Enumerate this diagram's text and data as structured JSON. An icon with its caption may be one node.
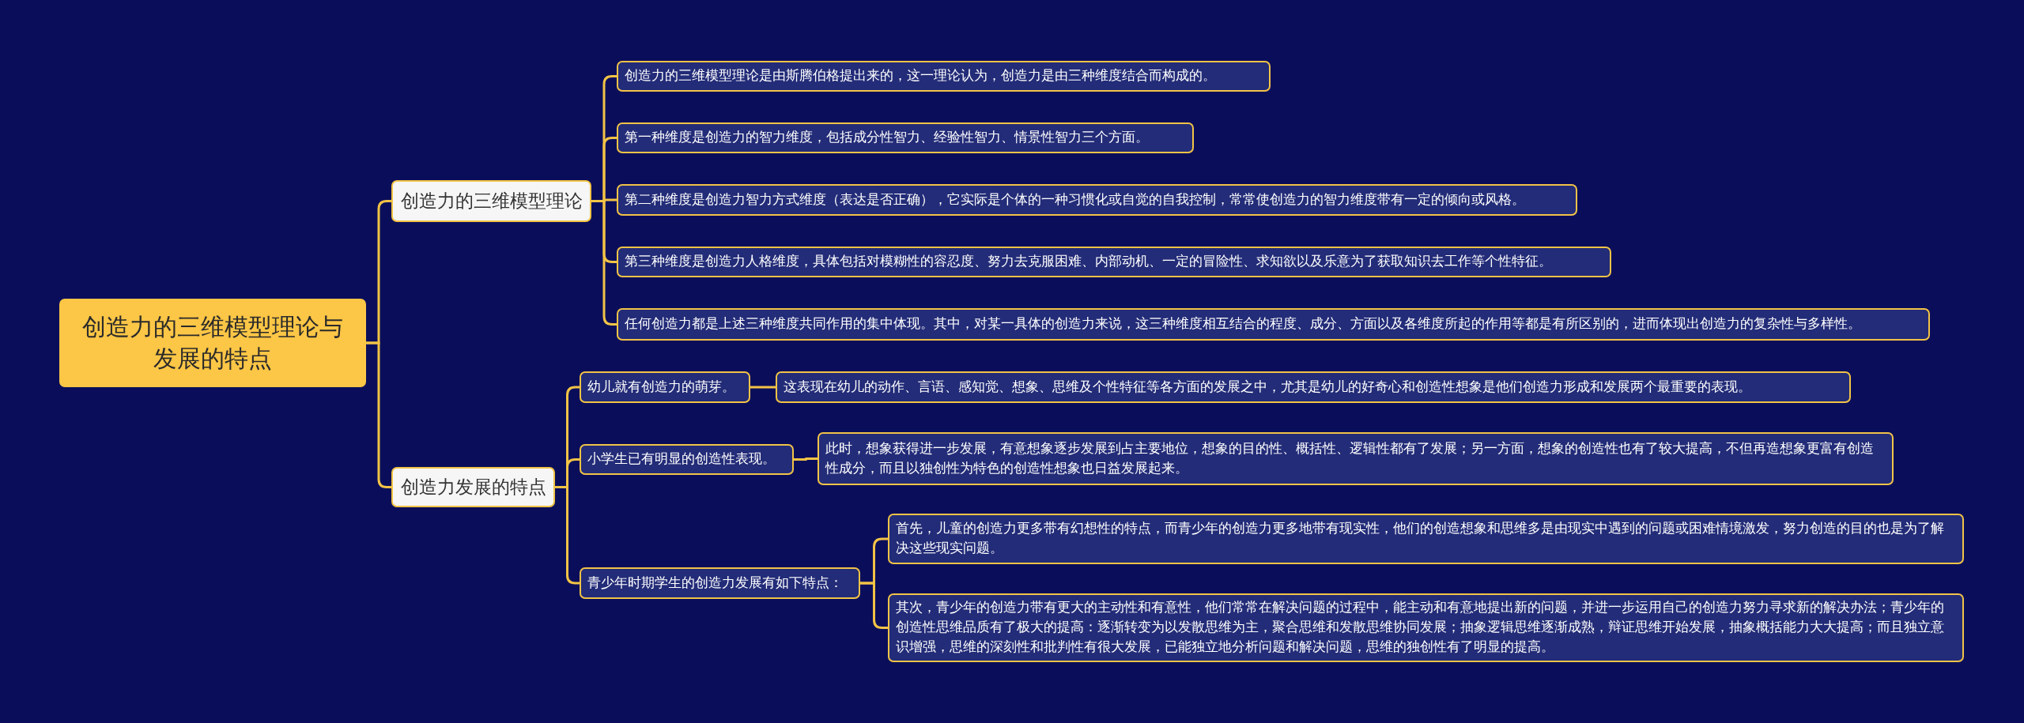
{
  "diagram": {
    "nodes": [
      {
        "text": [
          "创造力的三维模型理论与发展的特点"
        ]
      },
      {
        "text": [
          "创造力的三维模型理论"
        ]
      },
      {
        "text": [
          "创造力的三维模型理论是由斯腾伯格提出来的，这一理论认为，创造力是由三种维度结合而构成的。"
        ]
      },
      {
        "text": [
          "第一种维度是创造力的智力维度，包括成分性智力、经验性智力、情景性智力三个方面。"
        ]
      },
      {
        "text": [
          "第二种维度是创造力智力方式维度（表达是否正确），它实际是个体的一种习惯化或自觉的自我控制，常常使创造力的智力维度带有一定的倾向或风格。"
        ]
      },
      {
        "text": [
          "第三种维度是创造力人格维度，具体包括对模糊性的容忍度、努力去克服困难、内部动机、一定的冒险性、求知欲以及乐意为了获取知识去工作等个性特征。"
        ]
      },
      {
        "text": [
          "任何创造力都是上述三种维度共同作用的集中体现。其中，对某一具体的创造力来说，这三种维度相互结合的程度、成分、方面以及各维度所起的作用等都是有所区别的，进而体现出创造力的复杂性与多样性。"
        ]
      },
      {
        "text": [
          "创造力发展的特点"
        ]
      },
      {
        "text": [
          "幼儿就有创造力的萌芽。"
        ]
      },
      {
        "text": [
          "这表现在幼儿的动作、言语、感知觉、想象、思维及个性特征等各方面的发展之中，尤其是幼儿的好奇心和创造性想象是他们创造力形成和发展两个最重要的表现。"
        ]
      },
      {
        "text": [
          "小学生已有明显的创造性表现。"
        ]
      },
      {
        "text": [
          "此时，想象获得进一步发展，有意想象逐步发展到占主要地位，想象的目的性、概括性、逻辑性都有了发展；另一方面，想象的创造性也有了较大提高，不但再造想象更富有创造性成分，而且以独创性为特色的创造性想象也日益发展起来。"
        ]
      },
      {
        "text": [
          "青少年时期学生的创造力发展有如下特点："
        ]
      },
      {
        "text": [
          "首先，儿童的创造力更多带有幻想性的特点，而青少年的创造力更多地带有现实性，他们的创造想象和思维多是由现实中遇到的问题或困难情境激发，努力创造的目的也是为了解决这些现实问题。"
        ]
      },
      {
        "text": [
          "其次，青少年的创造力带有更大的主动性和有意性，他们常常在解决问题的过程中，能主动和有意地提出新的问题，并进一步运用自己的创造力努力寻求新的解决办法；青少年的创造性思维品质有了极大的提高：逐渐转变为以发散思维为主，聚合思维和发散思维协同发展；抽象逻辑思维逐渐成熟，辩证思维开始发展，抽象概括能力大大提高；而且独立意识增强，思维的深刻性和批判性有很大发展，已能独立地分析问题和解决问题，思维的独创性有了明显的提高。"
        ]
      }
    ],
    "edges": [
      {
        "from": 0,
        "to": 1,
        "arrow": "none"
      },
      {
        "from": 0,
        "to": 7,
        "arrow": "none"
      },
      {
        "from": 1,
        "to": 2,
        "arrow": "none"
      },
      {
        "from": 1,
        "to": 3,
        "arrow": "none"
      },
      {
        "from": 1,
        "to": 4,
        "arrow": "none"
      },
      {
        "from": 1,
        "to": 5,
        "arrow": "none"
      },
      {
        "from": 1,
        "to": 6,
        "arrow": "none"
      },
      {
        "from": 7,
        "to": 8,
        "arrow": "none"
      },
      {
        "from": 7,
        "to": 10,
        "arrow": "none"
      },
      {
        "from": 7,
        "to": 12,
        "arrow": "none"
      },
      {
        "from": 8,
        "to": 9,
        "arrow": "none"
      },
      {
        "from": 10,
        "to": 11,
        "arrow": "none"
      },
      {
        "from": 12,
        "to": 13,
        "arrow": "none"
      },
      {
        "from": 12,
        "to": 14,
        "arrow": "none"
      }
    ]
  }
}
